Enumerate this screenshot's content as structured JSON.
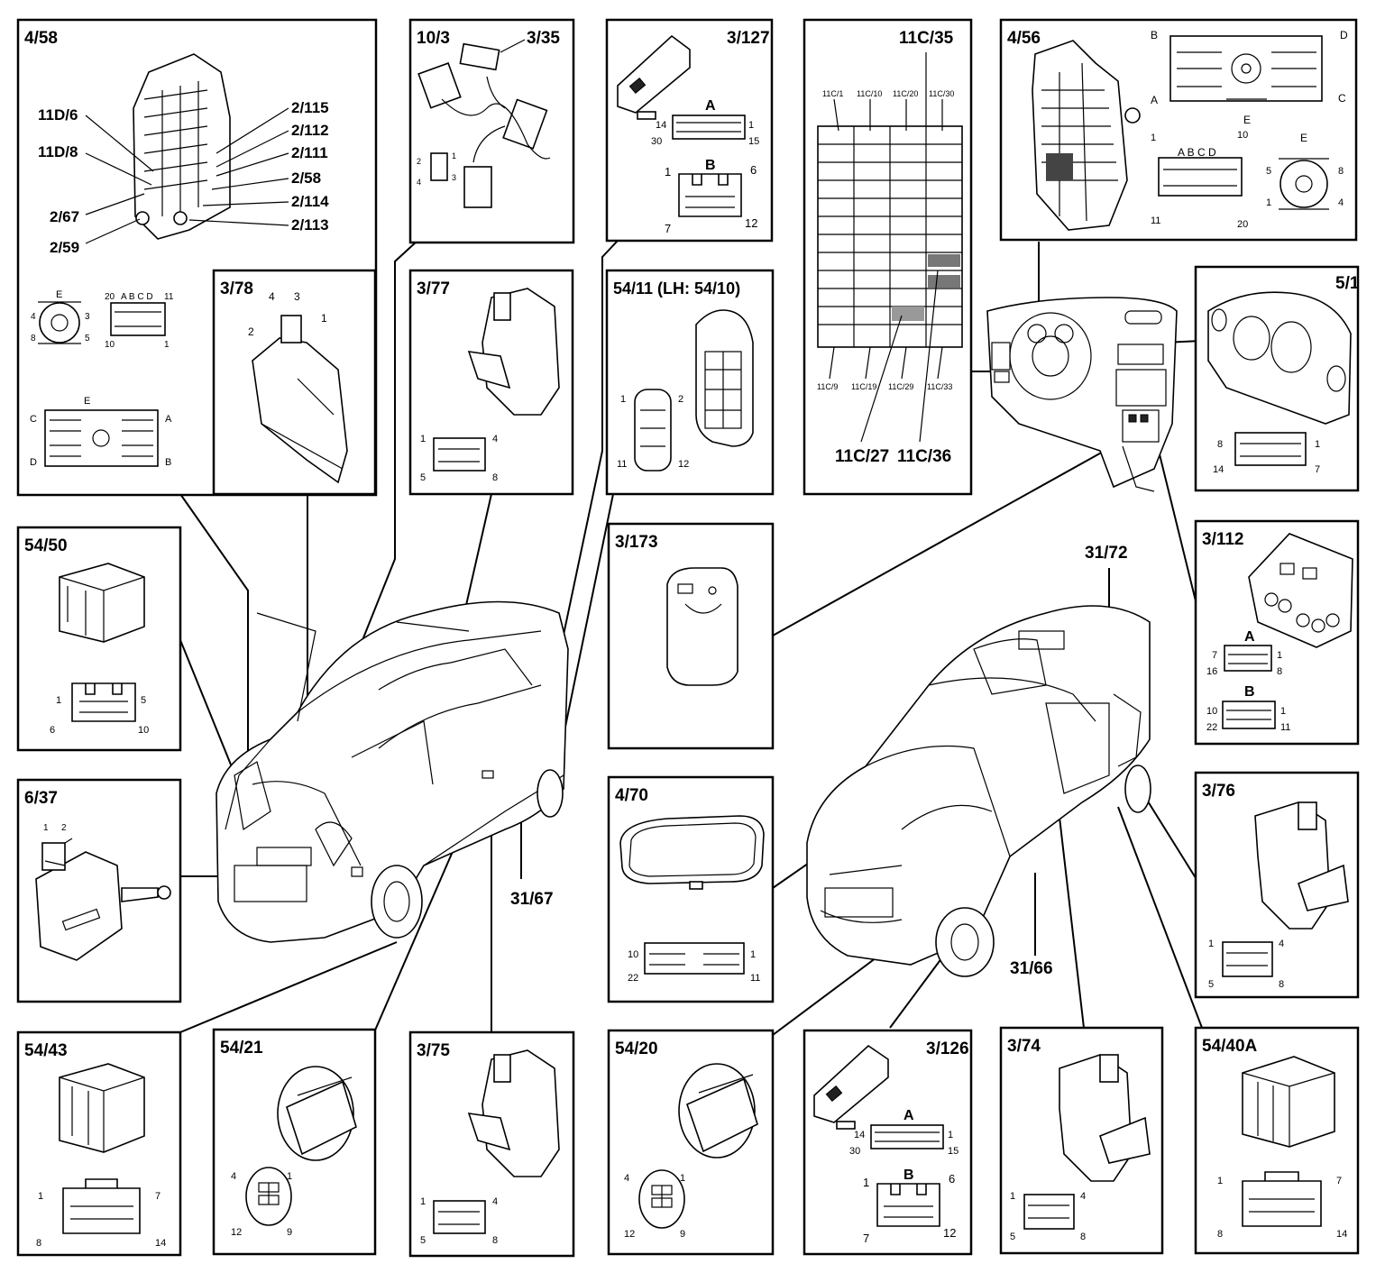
{
  "panels": {
    "p458": {
      "id": "4/58",
      "callouts": [
        "11D/6",
        "11D/8",
        "2/67",
        "2/59",
        "2/115",
        "2/112",
        "2/111",
        "2/58",
        "2/114",
        "2/113"
      ],
      "pins_e": {
        "e": "E",
        "n4": "4",
        "n3": "3",
        "n8": "8",
        "n5": "5"
      },
      "pins_abcd": {
        "n20": "20",
        "abcd": "A B C D",
        "n11": "11",
        "n10": "10",
        "n1": "1"
      },
      "conn": {
        "e": "E",
        "c": "C",
        "a": "A",
        "d": "D",
        "b": "B"
      }
    },
    "p103": {
      "id": "10/3",
      "callout": "3/35",
      "pins": {
        "n2": "2",
        "n1": "1",
        "n4": "4",
        "n3": "3"
      }
    },
    "p3127": {
      "id": "3/127",
      "a": "A",
      "b": "B",
      "a_pins": {
        "n14": "14",
        "n1": "1",
        "n30": "30",
        "n15": "15"
      },
      "b_pins": {
        "n1": "1",
        "n6": "6",
        "n7": "7",
        "n12": "12"
      }
    },
    "p11c": {
      "callouts": [
        "11C/35",
        "11C/27",
        "11C/36"
      ],
      "top_labels": [
        "11C/1",
        "11C/10",
        "11C/20",
        "11C/30"
      ],
      "bottom_labels": [
        "11C/9",
        "11C/19",
        "11C/29",
        "11C/33"
      ]
    },
    "p456": {
      "id": "4/56",
      "conn": {
        "b": "B",
        "d": "D",
        "a": "A",
        "c": "C",
        "e": "E"
      },
      "abcd": {
        "n1": "1",
        "abcd": "A B C D",
        "n10": "10",
        "n11": "11",
        "n20": "20"
      },
      "pins_e": {
        "e": "E",
        "n5": "5",
        "n8": "8",
        "n1": "1",
        "n4": "4"
      }
    },
    "p51": {
      "id": "5/1",
      "pins": {
        "n8": "8",
        "n1": "1",
        "n14": "14",
        "n7": "7"
      }
    },
    "p378": {
      "id": "3/78",
      "pins": {
        "n4": "4",
        "n3": "3",
        "n2": "2",
        "n1": "1"
      }
    },
    "p377": {
      "id": "3/77",
      "pins": {
        "n1": "1",
        "n4": "4",
        "n5": "5",
        "n8": "8"
      }
    },
    "p5411": {
      "id": "54/11 (LH: 54/10)",
      "pins": {
        "n1": "1",
        "n2": "2",
        "n11": "11",
        "n12": "12"
      }
    },
    "p5450": {
      "id": "54/50",
      "pins": {
        "n1": "1",
        "n5": "5",
        "n6": "6",
        "n10": "10"
      }
    },
    "p3173": {
      "id": "3/173"
    },
    "p3112": {
      "id": "3/112",
      "a": "A",
      "b": "B",
      "a_pins": {
        "n7": "7",
        "n1": "1",
        "n16": "16",
        "n8": "8"
      },
      "b_pins": {
        "n10": "10",
        "n1": "1",
        "n22": "22",
        "n11": "11"
      }
    },
    "p637": {
      "id": "6/37",
      "pins": {
        "n1": "1",
        "n2": "2"
      }
    },
    "p470": {
      "id": "4/70",
      "pins": {
        "n10": "10",
        "n1": "1",
        "n22": "22",
        "n11": "11"
      }
    },
    "p376": {
      "id": "3/76",
      "pins": {
        "n1": "1",
        "n4": "4",
        "n5": "5",
        "n8": "8"
      }
    },
    "p5443": {
      "id": "54/43",
      "pins": {
        "n1": "1",
        "n7": "7",
        "n8": "8",
        "n14": "14"
      }
    },
    "p5421": {
      "id": "54/21",
      "pins": {
        "n4": "4",
        "n1": "1",
        "n12": "12",
        "n9": "9"
      }
    },
    "p375": {
      "id": "3/75",
      "pins": {
        "n1": "1",
        "n4": "4",
        "n5": "5",
        "n8": "8"
      }
    },
    "p5420": {
      "id": "54/20",
      "pins": {
        "n4": "4",
        "n1": "1",
        "n12": "12",
        "n9": "9"
      }
    },
    "p3126": {
      "id": "3/126",
      "a": "A",
      "b": "B",
      "a_pins": {
        "n14": "14",
        "n1": "1",
        "n30": "30",
        "n15": "15"
      },
      "b_pins": {
        "n1": "1",
        "n6": "6",
        "n7": "7",
        "n12": "12"
      }
    },
    "p374": {
      "id": "3/74",
      "pins": {
        "n1": "1",
        "n4": "4",
        "n5": "5",
        "n8": "8"
      }
    },
    "p5440a": {
      "id": "54/40A",
      "pins": {
        "n1": "1",
        "n7": "7",
        "n8": "8",
        "n14": "14"
      }
    }
  },
  "car_callouts": {
    "c3167": "31/67",
    "c3172": "31/72",
    "c3166": "31/66"
  }
}
